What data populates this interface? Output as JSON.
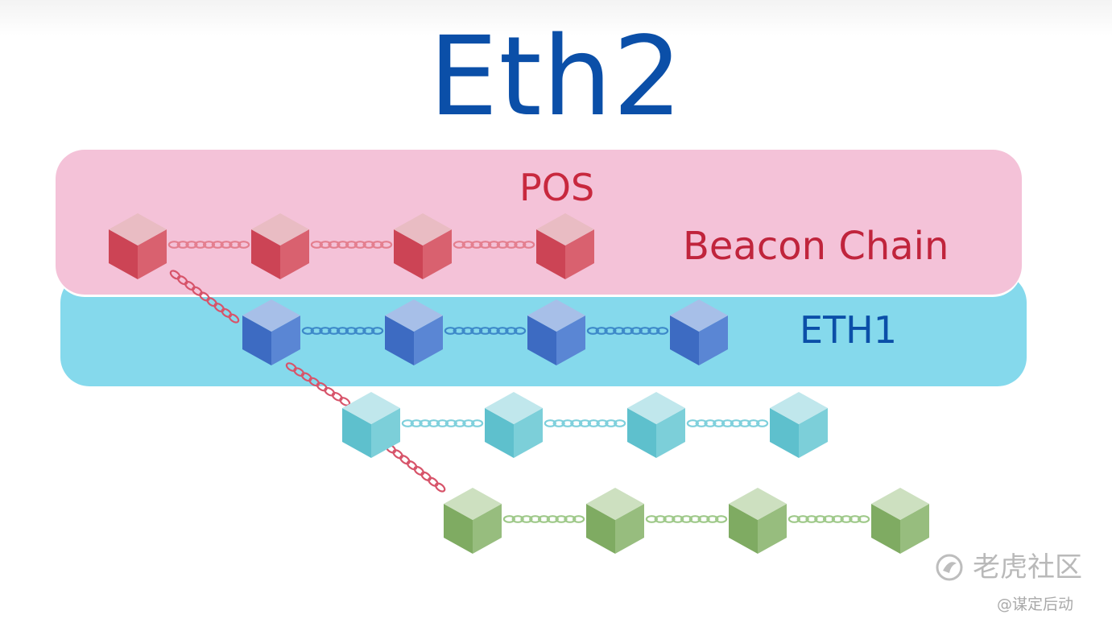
{
  "title": "Eth2",
  "pos_label": "POS",
  "beacon_label": "Beacon Chain",
  "eth1_label": "ETH1",
  "watermark": {
    "brand": "老虎社区",
    "handle": "@谋定后动",
    "icon": "tiger-community-logo-icon"
  },
  "colors": {
    "title": "#0b4fa8",
    "pos_band": "#f4c2d8",
    "eth1_band": "#85d9ec",
    "red_block": "#d4505f",
    "blue_block": "#4c79cc",
    "cyan_block": "#6bc8d4",
    "green_block": "#8ab46f"
  },
  "chains": [
    {
      "name": "beacon-chain",
      "blocks": 4,
      "color": "red"
    },
    {
      "name": "eth1-chain",
      "blocks": 4,
      "color": "blue"
    },
    {
      "name": "shard-chain-cyan",
      "blocks": 4,
      "color": "cyan"
    },
    {
      "name": "shard-chain-green",
      "blocks": 4,
      "color": "green"
    }
  ]
}
